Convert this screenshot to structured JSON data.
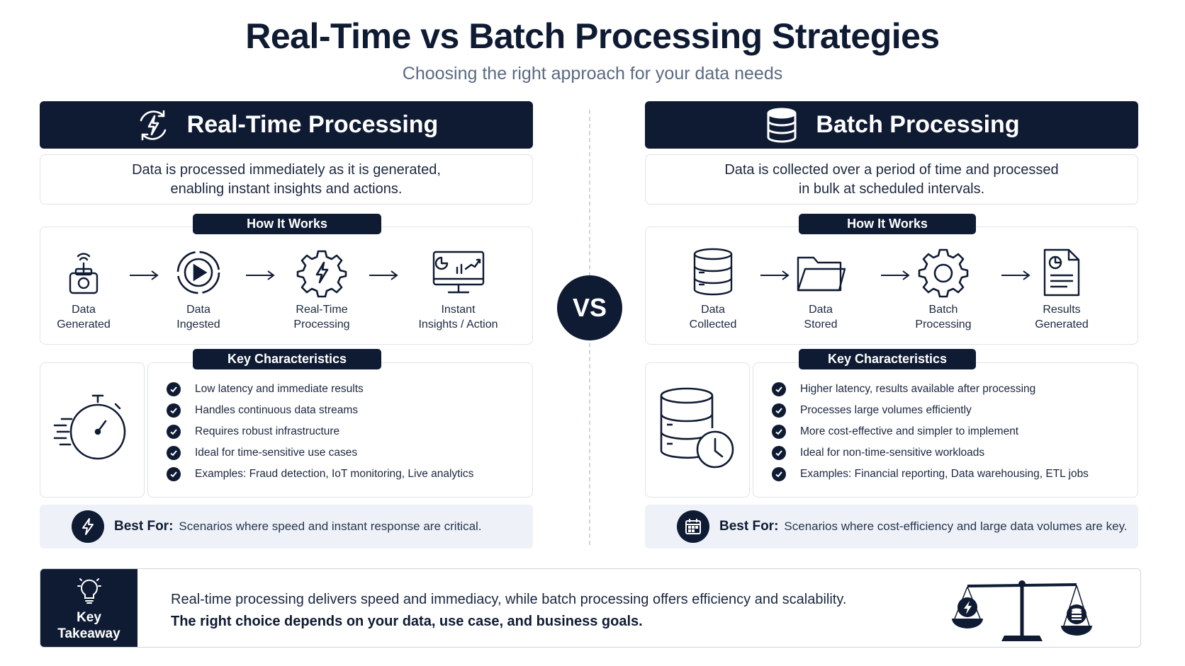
{
  "title": "Real-Time vs Batch Processing Strategies",
  "subtitle": "Choosing the right approach for your data needs",
  "vs_label": "VS",
  "realtime": {
    "title": "Real-Time Processing",
    "icon": "lightning-cycle-icon",
    "description_line1": "Data is processed immediately as it is generated,",
    "description_line2": "enabling instant insights and actions.",
    "how_it_works_label": "How It Works",
    "steps": [
      {
        "line1": "Data",
        "line2": "Generated",
        "icon": "sensor-device-icon"
      },
      {
        "line1": "Data",
        "line2": "Ingested",
        "icon": "play-stream-icon"
      },
      {
        "line1": "Real-Time",
        "line2": "Processing",
        "icon": "gear-lightning-icon"
      },
      {
        "line1": "Instant",
        "line2": "Insights / Action",
        "icon": "dashboard-monitor-icon"
      }
    ],
    "key_characteristics_label": "Key Characteristics",
    "characteristics": [
      "Low latency and immediate results",
      "Handles continuous data streams",
      "Requires robust infrastructure",
      "Ideal for time-sensitive use cases",
      "Examples: Fraud detection, IoT monitoring, Live analytics"
    ],
    "kc_icon": "stopwatch-icon",
    "best_for_label": "Best For:",
    "best_for_text": "Scenarios where speed and instant response are critical.",
    "best_for_icon": "lightning-icon"
  },
  "batch": {
    "title": "Batch Processing",
    "icon": "database-icon",
    "description_line1": "Data is collected over a period of time and processed",
    "description_line2": "in bulk at scheduled intervals.",
    "how_it_works_label": "How It Works",
    "steps": [
      {
        "line1": "Data",
        "line2": "Collected",
        "icon": "database-icon"
      },
      {
        "line1": "Data",
        "line2": "Stored",
        "icon": "folder-icon"
      },
      {
        "line1": "Batch",
        "line2": "Processing",
        "icon": "gear-icon"
      },
      {
        "line1": "Results",
        "line2": "Generated",
        "icon": "report-document-icon"
      }
    ],
    "key_characteristics_label": "Key Characteristics",
    "characteristics": [
      "Higher latency, results available after processing",
      "Processes large volumes efficiently",
      "More cost-effective and simpler to implement",
      "Ideal for non-time-sensitive workloads",
      "Examples: Financial reporting, Data warehousing, ETL jobs"
    ],
    "kc_icon": "database-clock-icon",
    "best_for_label": "Best For:",
    "best_for_text": "Scenarios where cost-efficiency and large data volumes are key.",
    "best_for_icon": "calendar-icon"
  },
  "takeaway": {
    "label_line1": "Key",
    "label_line2": "Takeaway",
    "icon": "lightbulb-icon",
    "line1": "Real-time processing delivers speed and immediacy, while batch processing offers efficiency and scalability.",
    "line2": "The right choice depends on your data, use case, and business goals.",
    "scale_icon": "balance-scale-icon"
  },
  "colors": {
    "navy": "#0f1b33",
    "border": "#dfe3ea",
    "best_bg": "#eef2f8",
    "subtitle": "#5a6a82"
  }
}
